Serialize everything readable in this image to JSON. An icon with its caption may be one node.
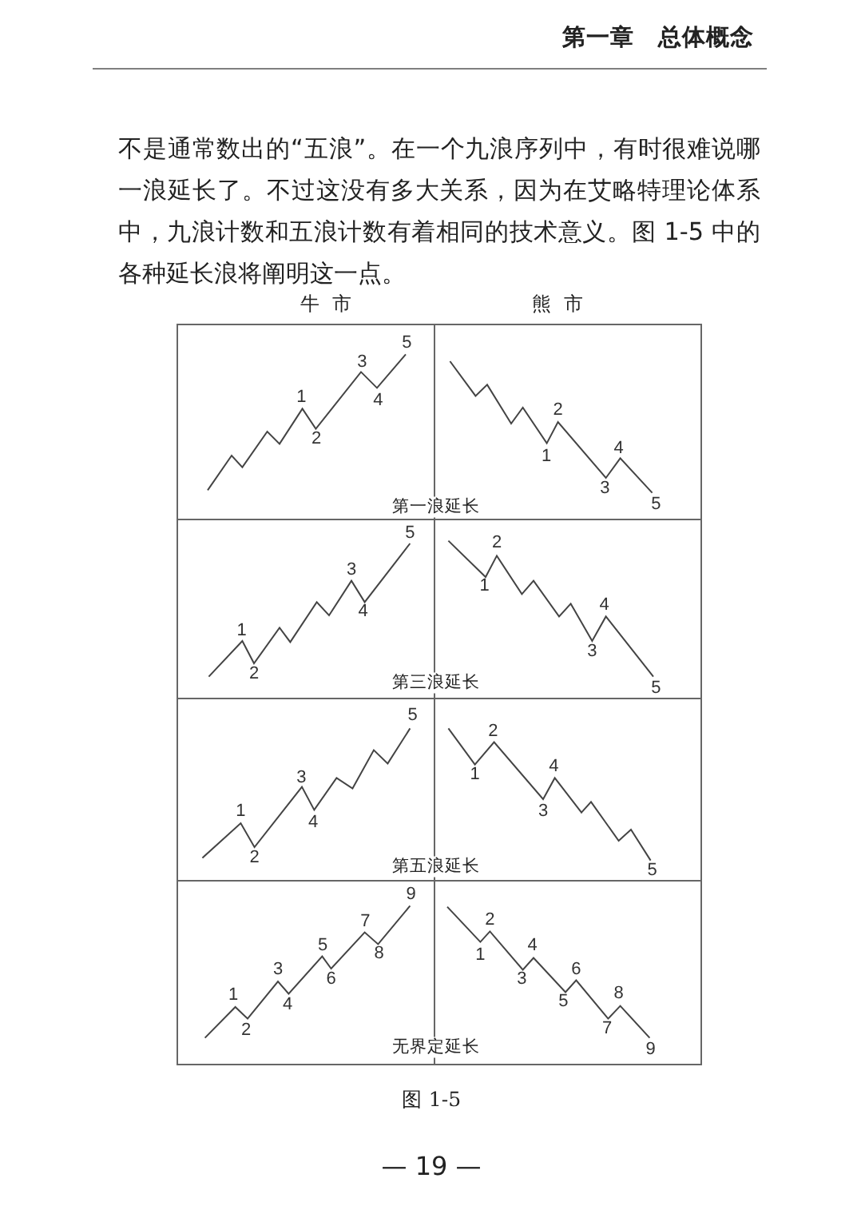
{
  "diagram": {
    "caption": "图 1-5",
    "labels": [
      "第一章　总体概念",
      "不是通常数出的“五浪”。在一个九浪序列中，有时很难说哪一浪延长了。不过这没有多大关系，因为在艾略特理论体系中，九浪计数和五浪计数有着相同的技术意义。图 1-5 中的各种延长浪将阐明这一点。",
      "牛 市",
      "熊 市",
      "5",
      "3",
      "1",
      "4",
      "2",
      "2",
      "1",
      "4",
      "3",
      "5",
      "第一浪延长",
      "5",
      "3",
      "1",
      "4",
      "2",
      "2",
      "1",
      "4",
      "3",
      "5",
      "第三浪延长",
      "5",
      "3",
      "1",
      "4",
      "2",
      "2",
      "1",
      "4",
      "3",
      "5",
      "第五浪延长",
      "9",
      "7",
      "5",
      "8",
      "3",
      "6",
      "1",
      "4",
      "2",
      "2",
      "1",
      "4",
      "3",
      "6",
      "5",
      "8",
      "7",
      "9",
      "无界定延长",
      "— 19 —"
    ]
  }
}
